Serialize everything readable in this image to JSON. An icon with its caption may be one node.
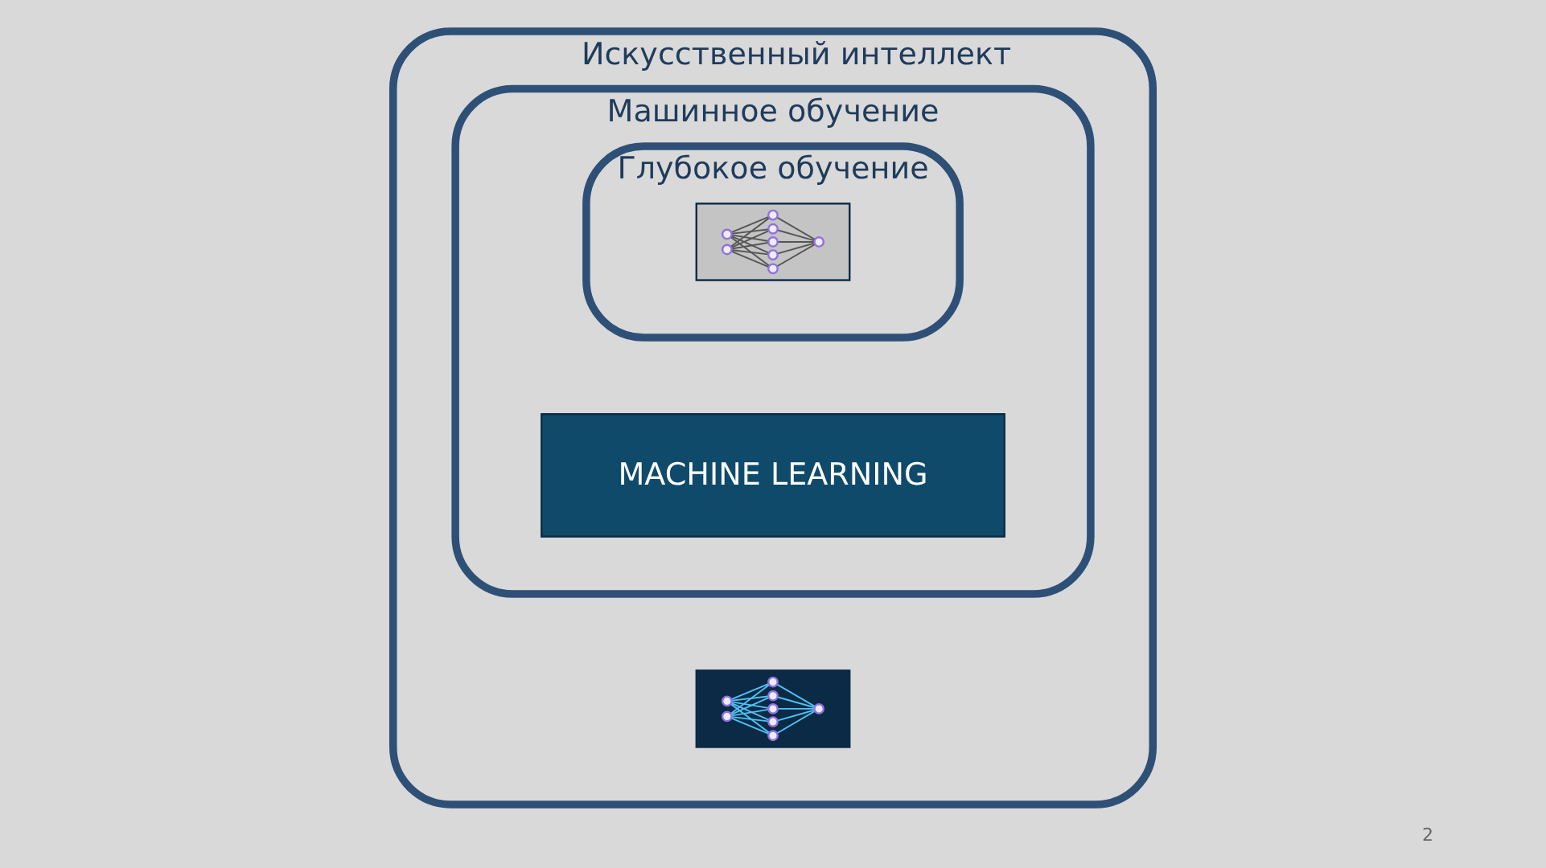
{
  "diagram": {
    "nodes": [
      {
        "text": [
          "Искусственный интеллект"
        ]
      },
      {
        "text": [],
        "shape": "picture",
        "in": 0
      },
      {
        "text": [
          "Машинное обучение"
        ],
        "in": 0
      },
      {
        "text": [
          "MACHINE LEARNING"
        ],
        "in": 2
      },
      {
        "text": [
          "Глубокое обучение"
        ],
        "in": 2
      },
      {
        "text": [],
        "shape": "picture",
        "in": 4
      }
    ],
    "edges": [],
    "labels": [
      "2"
    ]
  }
}
